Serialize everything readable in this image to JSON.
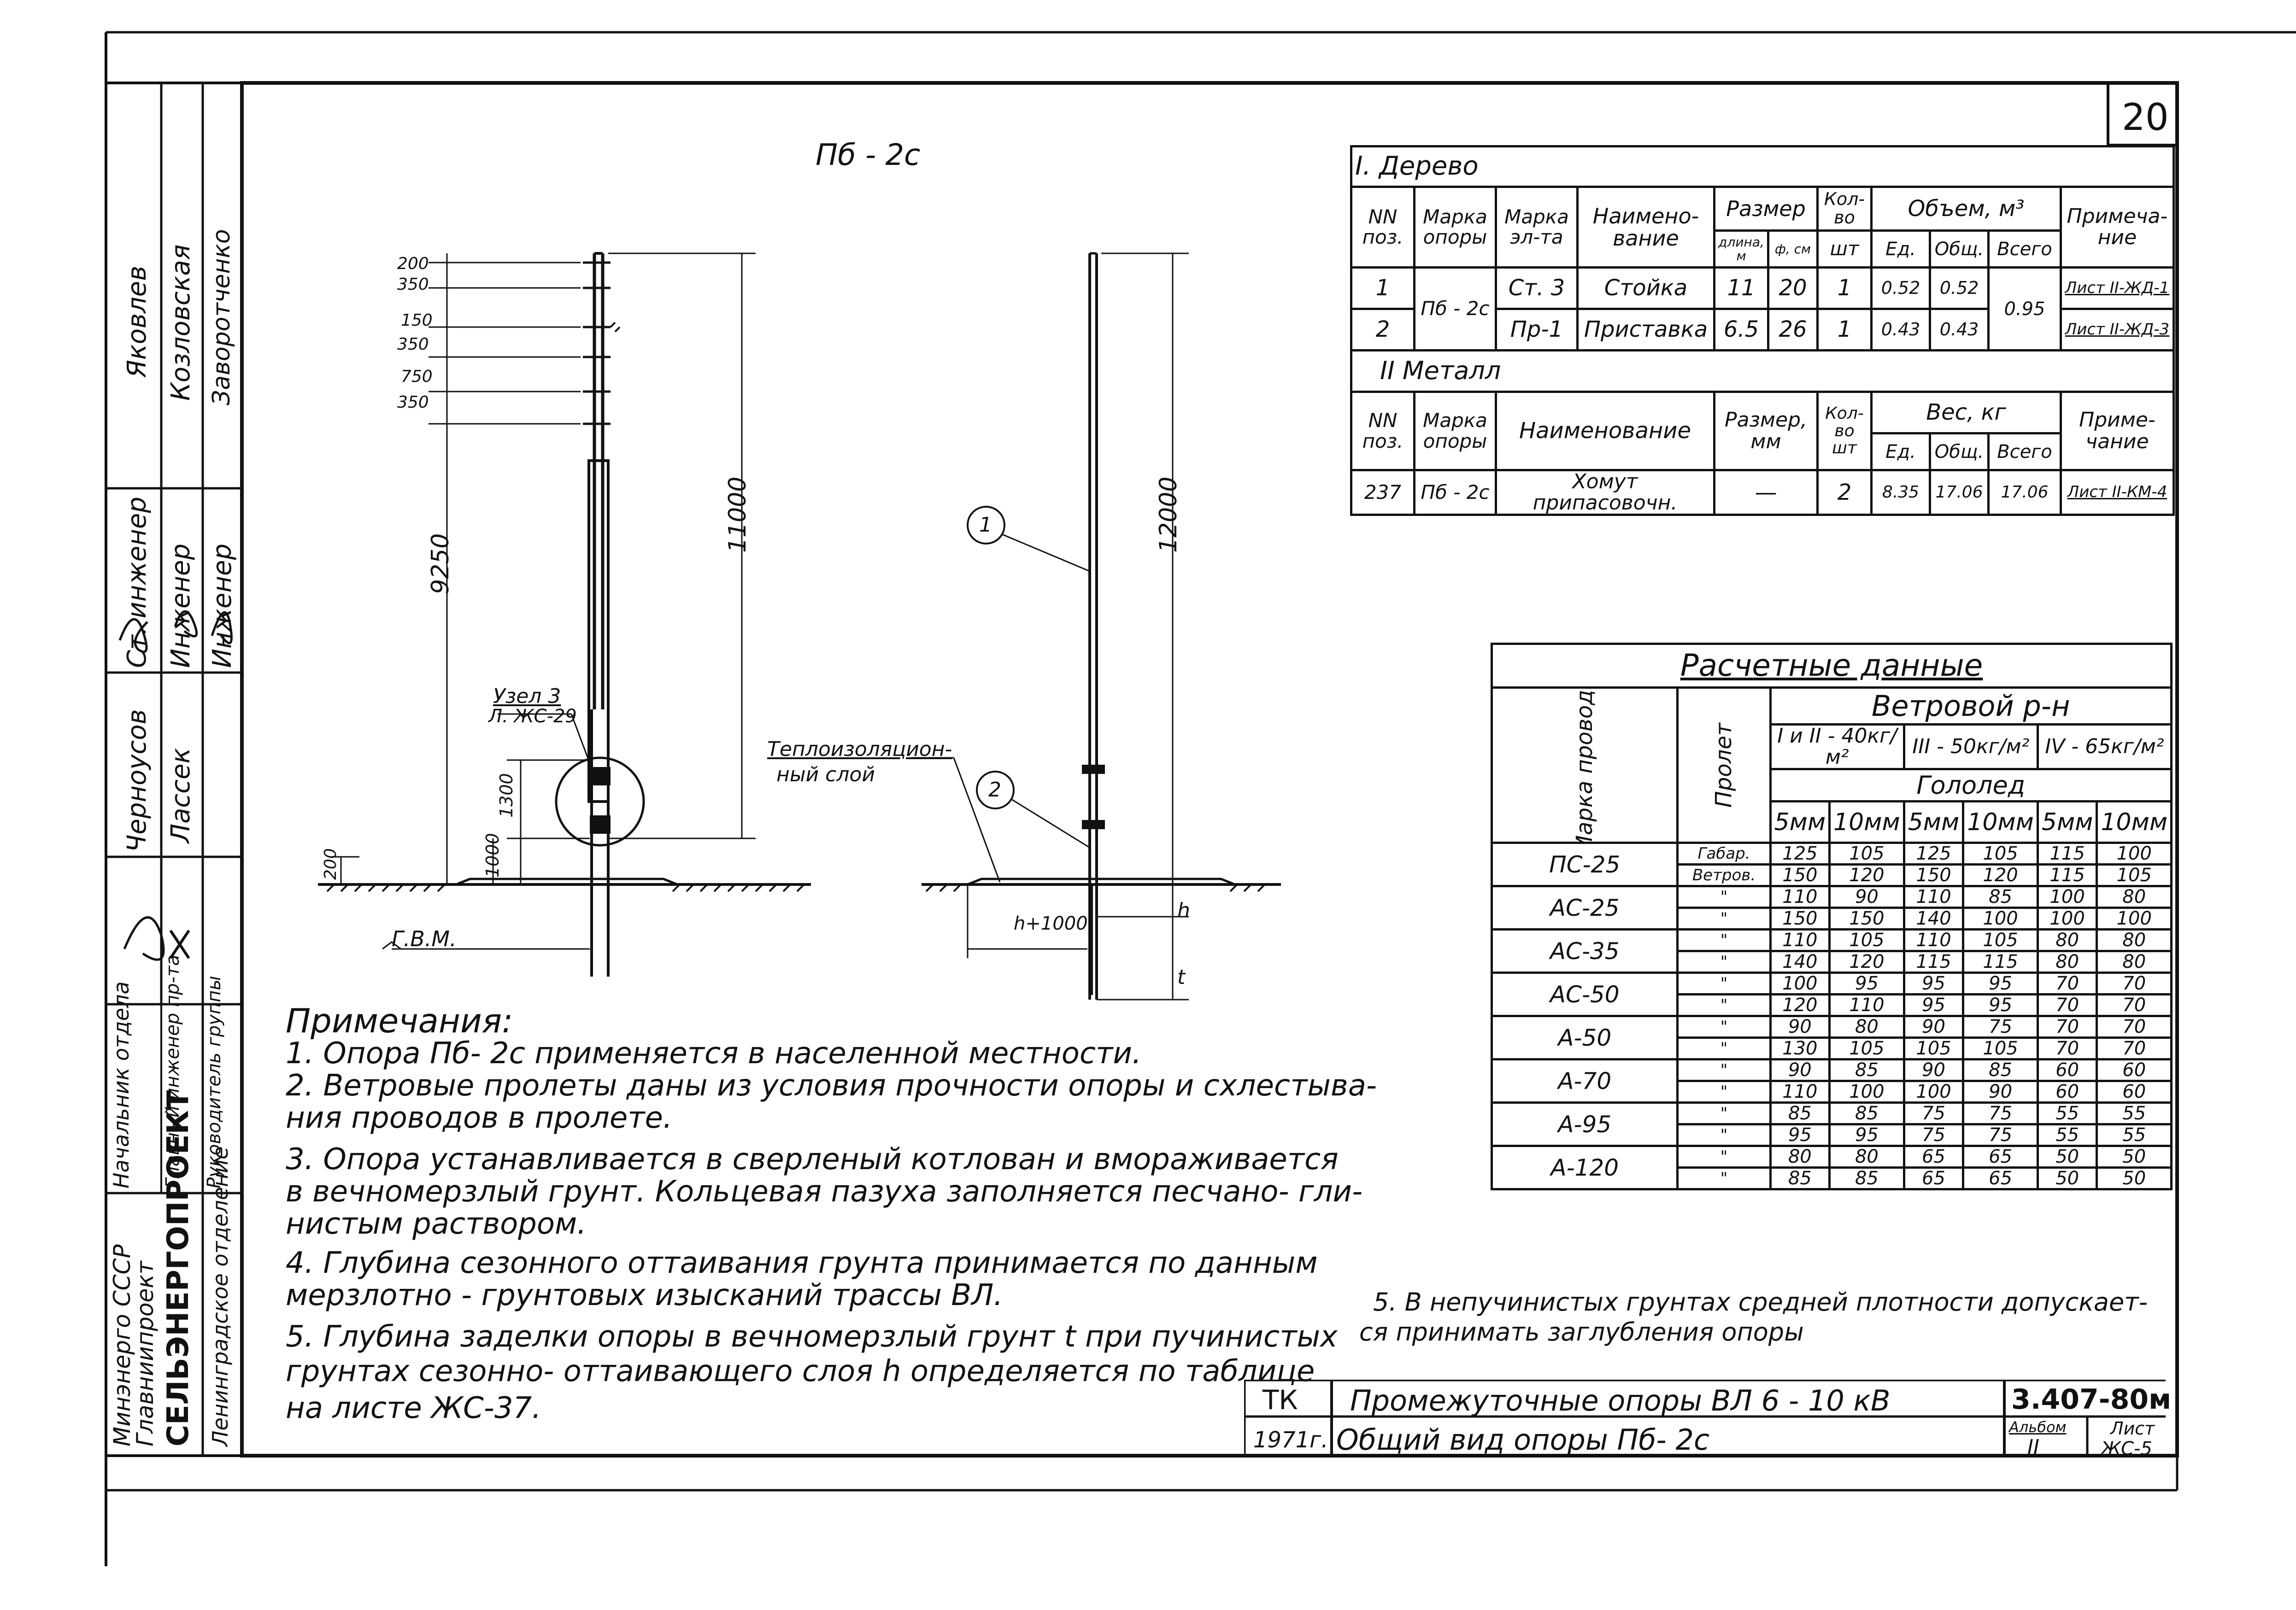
{
  "sheet_number": "20",
  "drawing_title": "Пб - 2с",
  "stamp_left": {
    "ministry": "Минэнерго СССР",
    "org": "Главниипроект",
    "institute": "СЕЛЬЭНЕРГОПРОЕКТ",
    "branch": "Ленинградское отделение",
    "roles": [
      "Начальник отдела",
      "Главный инженер пр-та",
      "Руководитель группы",
      "Ст. инженер",
      "Инженер",
      "Инженер"
    ],
    "names": [
      "Черноусов",
      "Лассек",
      "Яковлев",
      "Козловская",
      "Заворотченко"
    ]
  },
  "left_dims": [
    "200",
    "350",
    "150",
    "350",
    "750",
    "350",
    "9250",
    "11000",
    "1300",
    "1000",
    "200"
  ],
  "left_labels": {
    "node": "Узел 3",
    "node_sheet": "Л. ЖС-29",
    "gwl": "Г.В.М."
  },
  "right_dims": {
    "height": "12000",
    "depth": "h+1000",
    "h": "h",
    "t": "t"
  },
  "right_labels": {
    "insulation": "Теплоизоляцион-",
    "insulation2": "ный слой",
    "pos1": "1",
    "pos2": "2"
  },
  "wood_table": {
    "section": "I. Дерево",
    "headers": [
      "NN поз.",
      "Марка опоры",
      "Марка эл-та",
      "Наимено-вание",
      "Размер",
      "длина, м",
      "ф, см",
      "Кол-во",
      "шт",
      "Объем, м³",
      "Ед.",
      "Общ.",
      "Всего",
      "Примеча-ние"
    ],
    "rows": [
      [
        "1",
        "Пб - 2с",
        "Ст. 3",
        "Стойка",
        "11",
        "20",
        "1",
        "0.52",
        "0.52",
        "0.95",
        "Лист II-ЖД-1"
      ],
      [
        "2",
        "",
        "Пр-1",
        "Приставка",
        "6.5",
        "26",
        "1",
        "0.43",
        "0.43",
        "",
        "Лист II-ЖД-3"
      ]
    ]
  },
  "metal_table": {
    "section": "II   Металл",
    "headers": [
      "NN поз.",
      "Марка опоры",
      "Наименование",
      "Размер, мм",
      "Кол-во шт",
      "Вес, кг",
      "Ед.",
      "Общ.",
      "Всего",
      "Приме-чание"
    ],
    "rows": [
      [
        "237",
        "Пб - 2с",
        "Хомут припасовочн.",
        "—",
        "2",
        "8.35",
        "17.06",
        "17.06",
        "Лист II-КМ-4"
      ]
    ]
  },
  "calc_table": {
    "title": "Расчетные данные",
    "wind_header": "Ветровой р-н",
    "ice_header": "Гололед",
    "col_marka": "Марка провода",
    "col_span": "Пролет",
    "wind_zones": [
      "I и II - 40кг/м²",
      "III - 50кг/м²",
      "IV - 65кг/м²"
    ],
    "ice": [
      "5мм",
      "10мм",
      "5мм",
      "10мм",
      "5мм",
      "10мм"
    ],
    "rows": [
      {
        "wire": "ПС-25",
        "spans": [
          "Габар.",
          "Ветров."
        ],
        "values": [
          [
            "125",
            "105",
            "125",
            "105",
            "115",
            "100"
          ],
          [
            "150",
            "120",
            "150",
            "120",
            "115",
            "105"
          ]
        ]
      },
      {
        "wire": "АС-25",
        "spans": [
          "\"",
          "\""
        ],
        "values": [
          [
            "110",
            "90",
            "110",
            "85",
            "100",
            "80"
          ],
          [
            "150",
            "150",
            "140",
            "100",
            "100",
            "100"
          ]
        ]
      },
      {
        "wire": "АС-35",
        "spans": [
          "\"",
          "\""
        ],
        "values": [
          [
            "110",
            "105",
            "110",
            "105",
            "80",
            "80"
          ],
          [
            "140",
            "120",
            "115",
            "115",
            "80",
            "80"
          ]
        ]
      },
      {
        "wire": "АС-50",
        "spans": [
          "\"",
          "\""
        ],
        "values": [
          [
            "100",
            "95",
            "95",
            "95",
            "70",
            "70"
          ],
          [
            "120",
            "110",
            "95",
            "95",
            "70",
            "70"
          ]
        ]
      },
      {
        "wire": "А-50",
        "spans": [
          "\"",
          "\""
        ],
        "values": [
          [
            "90",
            "80",
            "90",
            "75",
            "70",
            "70"
          ],
          [
            "130",
            "105",
            "105",
            "105",
            "70",
            "70"
          ]
        ]
      },
      {
        "wire": "А-70",
        "spans": [
          "\"",
          "\""
        ],
        "values": [
          [
            "90",
            "85",
            "90",
            "85",
            "60",
            "60"
          ],
          [
            "110",
            "100",
            "100",
            "90",
            "60",
            "60"
          ]
        ]
      },
      {
        "wire": "А-95",
        "spans": [
          "\"",
          "\""
        ],
        "values": [
          [
            "85",
            "85",
            "75",
            "75",
            "55",
            "55"
          ],
          [
            "95",
            "95",
            "75",
            "75",
            "55",
            "55"
          ]
        ]
      },
      {
        "wire": "А-120",
        "spans": [
          "\"",
          "\""
        ],
        "values": [
          [
            "80",
            "80",
            "65",
            "65",
            "50",
            "50"
          ],
          [
            "85",
            "85",
            "65",
            "65",
            "50",
            "50"
          ]
        ]
      }
    ]
  },
  "notes": {
    "title": "Примечания:",
    "lines": [
      "1.  Опора  Пб- 2с  применяется  в населенной  местности.",
      "2. Ветровые    пролеты  даны   из  условия  прочности опоры и схлестыва-",
      "ния  проводов   в пролете.",
      "3.  Опора   устанавливается  в сверленый  котлован и вмораживается",
      "в вечномерзлый  грунт. Кольцевая пазуха  заполняется песчано- гли-",
      "нистым  раствором.",
      "4. Глубина    сезонного    оттаивания грунта  принимается по данным",
      "мерзлотно - грунтовых   изысканий  трассы ВЛ.",
      "5. Глубина  заделки  опоры  в вечномерзлый  грунт t  при пучинистых",
      "грунтах    сезонно-  оттаивающего слоя h  определяется  по таблице",
      "на  листе  ЖС-37."
    ],
    "note5": "5.   В непучинистых  грунтах средней плотности  допускает-",
    "note5b": "ся  принимать   заглубления  опоры"
  },
  "title_block": {
    "tk": "ТК",
    "year": "1971г.",
    "title1": "Промежуточные   опоры   ВЛ  6 - 10 кВ",
    "title2": "Общий  вид    опоры  Пб- 2с",
    "code": "3.407-80м",
    "album_label": "Альбом",
    "album": "II",
    "sheet_label": "Лист",
    "sheet": "ЖС-5"
  }
}
